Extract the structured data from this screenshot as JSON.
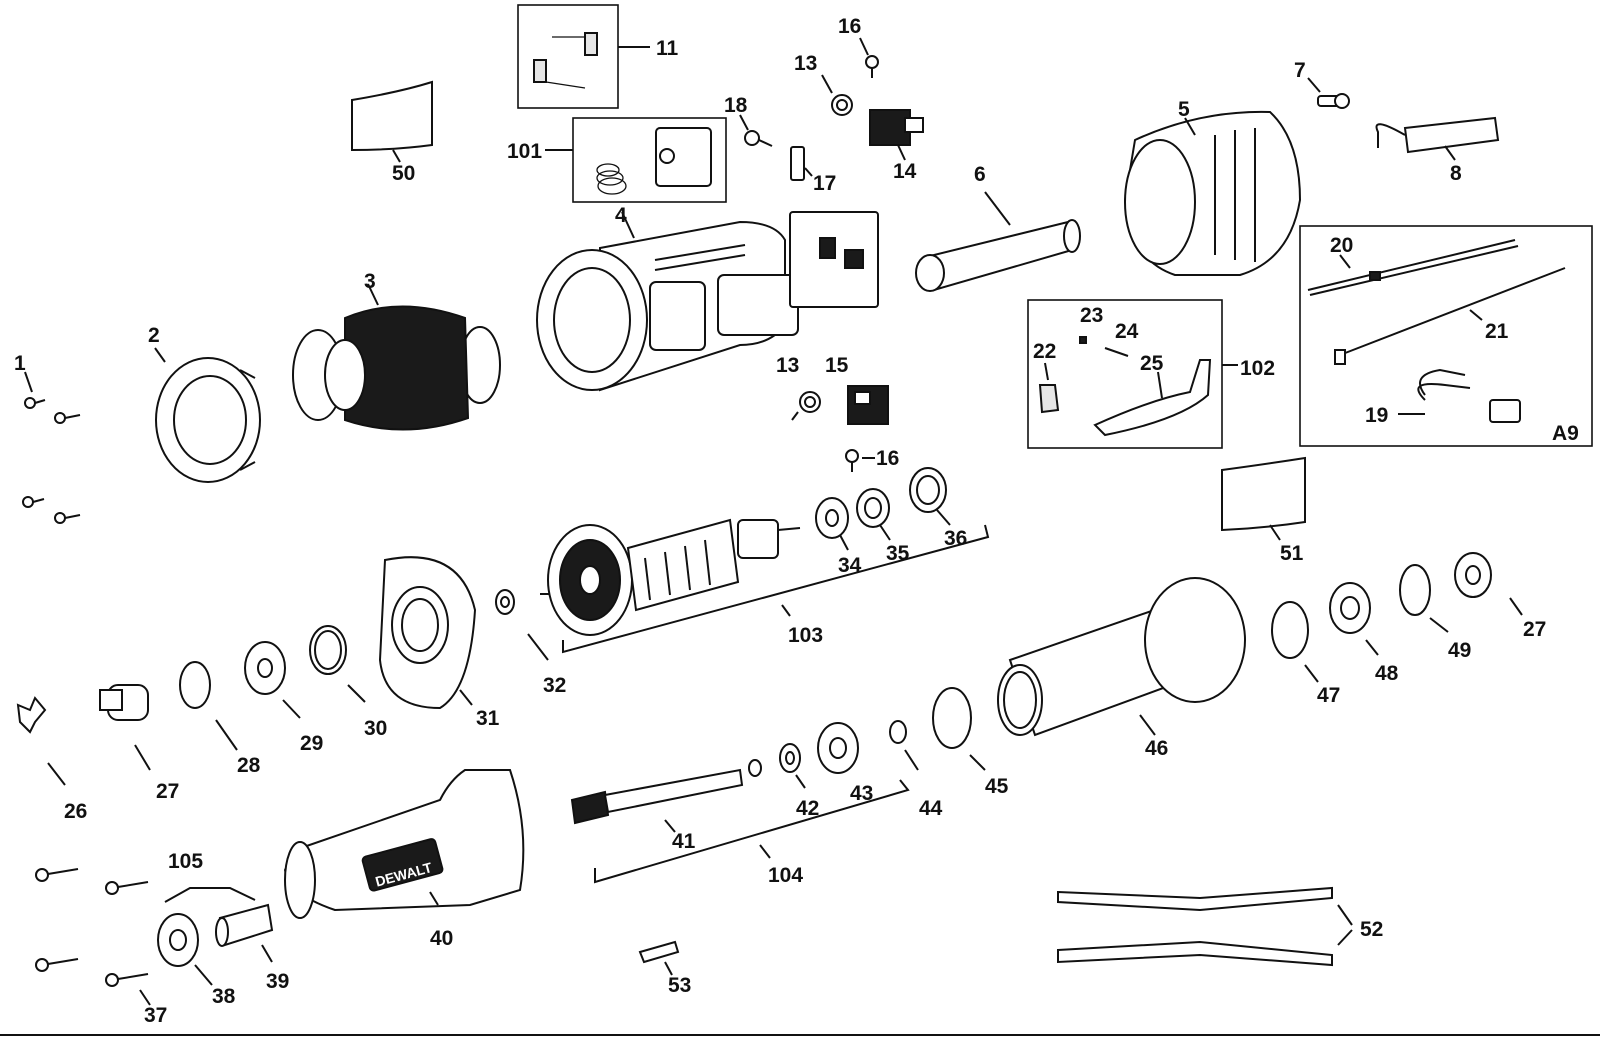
{
  "callouts": {
    "c1": "1",
    "c2": "2",
    "c3": "3",
    "c4": "4",
    "c5": "5",
    "c6": "6",
    "c7": "7",
    "c8": "8",
    "c11": "11",
    "c13a": "13",
    "c13b": "13",
    "c14": "14",
    "c15": "15",
    "c16a": "16",
    "c16b": "16",
    "c17": "17",
    "c18": "18",
    "c19": "19",
    "c20": "20",
    "c21": "21",
    "c22": "22",
    "c23": "23",
    "c24": "24",
    "c25": "25",
    "c26": "26",
    "c27a": "27",
    "c27b": "27",
    "c28": "28",
    "c29": "29",
    "c30": "30",
    "c31": "31",
    "c32": "32",
    "c34": "34",
    "c35": "35",
    "c36": "36",
    "c37": "37",
    "c38": "38",
    "c39": "39",
    "c40": "40",
    "c41": "41",
    "c42": "42",
    "c43": "43",
    "c44": "44",
    "c45": "45",
    "c46": "46",
    "c47": "47",
    "c48": "48",
    "c49": "49",
    "c50": "50",
    "c51": "51",
    "c52": "52",
    "c53": "53",
    "c101": "101",
    "c102": "102",
    "c103": "103",
    "c104": "104",
    "c105": "105",
    "cA9": "A9"
  },
  "brand_logo_text": "DEWALT"
}
